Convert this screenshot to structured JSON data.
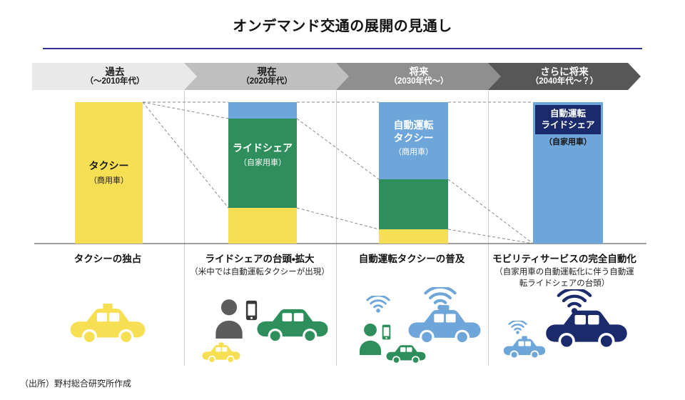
{
  "title": "オンデマンド交通の展開の見通し",
  "source_note": "（出所）野村総合研究所作成",
  "colors": {
    "accent_line": "#2E3192",
    "taxi_yellow": "#F7DF53",
    "rideshare_green": "#2E8F5C",
    "autonomous_blue": "#6FA6D9",
    "autonomous_navy": "#1B2A6B",
    "arrow_1": "#E9E9E9",
    "arrow_2": "#BFBFBF",
    "arrow_3": "#8F8F8F",
    "arrow_4": "#575757"
  },
  "phases": [
    {
      "label": "過去",
      "sublabel": "（～2010年代）"
    },
    {
      "label": "現在",
      "sublabel": "（2020年代）"
    },
    {
      "label": "将来",
      "sublabel": "（2030年代～）"
    },
    {
      "label": "さらに将来",
      "sublabel": "（2040年代～？）"
    }
  ],
  "columns": [
    {
      "bar_label": "タクシー",
      "bar_sublabel": "（商用車）",
      "caption": "タクシーの独占",
      "caption_sub": ""
    },
    {
      "bar_label": "ライドシェア",
      "bar_sublabel": "（自家用車）",
      "caption": "ライドシェアの台頭・拡大",
      "caption_sub": "（米中では自動運転タクシーが出現）"
    },
    {
      "bar_label": "自動運転\nタクシー",
      "bar_sublabel": "（商用車）",
      "caption": "自動運転タクシーの普及",
      "caption_sub": ""
    },
    {
      "bar_label": "自動運転\nライドシェア",
      "bar_sublabel": "（自家用車）",
      "caption": "モビリティサービスの完全自動化",
      "caption_sub": "（自家用車の自動運転化に伴う自動運転ライドシェアの台頭）"
    }
  ],
  "icons": {
    "taxi_icon": "taxi car glyph with roof sign",
    "car_icon": "car silhouette glyph",
    "person_icon": "person silhouette glyph",
    "smartphone_icon": "smartphone glyph",
    "wifi_icon": "wireless signal arcs glyph"
  },
  "chart_data": {
    "type": "bar",
    "stacked": true,
    "categories": [
      "過去（～2010年代）",
      "現在（2020年代）",
      "将来（2030年代～）",
      "さらに将来（2040年代～？）"
    ],
    "unit": "column height share, % (visual estimate; no numeric axis shown)",
    "series": [
      {
        "name": "自動運転（タクシー／ライドシェア）",
        "color": "#6FA6D9",
        "values": [
          0,
          11.5,
          54.5,
          100
        ]
      },
      {
        "name": "ライドシェア（自家用車）",
        "color": "#2E8F5C",
        "values": [
          0,
          63,
          35.5,
          0
        ]
      },
      {
        "name": "タクシー（商用車）",
        "color": "#F7DF53",
        "values": [
          100,
          25.5,
          10,
          0
        ]
      }
    ]
  }
}
